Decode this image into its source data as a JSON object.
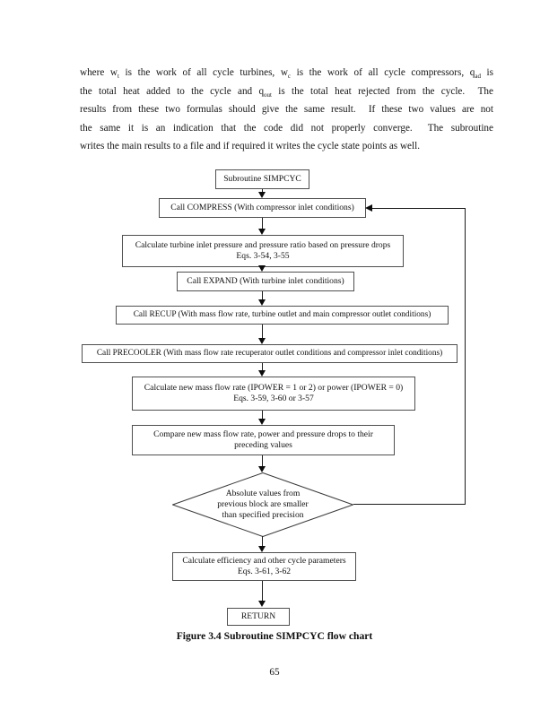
{
  "page": {
    "number": "65",
    "caption": "Figure 3.4 Subroutine SIMPCYC flow chart"
  },
  "paragraph": {
    "lines": [
      {
        "s0": "where w",
        "sub0": "t",
        "s1": " is the work of all cycle turbines, w",
        "sub1": "c",
        "s2": " is the work of all cycle compressors, q",
        "sub2": "ad",
        "s3": " is"
      },
      {
        "s0": "the total heat added to the cycle and q",
        "sub0": "out",
        "s1": " is the total heat rejected from the cycle.  The"
      },
      {
        "s0": "results from these two formulas should give the same result.  If these two values are not"
      },
      {
        "s0": "the same it is an indication that the code did not properly converge.  The subroutine"
      },
      {
        "s0": "writes the main results to a file and if required it writes the cycle state points as well."
      }
    ]
  },
  "flowchart": {
    "nodes": {
      "start": {
        "label": "Subroutine SIMPCYC"
      },
      "compress": {
        "label": "Call COMPRESS (With compressor inlet conditions)"
      },
      "turbine_inlet": {
        "label": "Calculate turbine inlet pressure and pressure ratio based on pressure drops",
        "eqs": "Eqs. 3-54, 3-55"
      },
      "expand": {
        "label": "Call EXPAND (With turbine inlet conditions)"
      },
      "recup": {
        "label": "Call RECUP (With mass flow rate, turbine outlet and main compressor outlet conditions)"
      },
      "precooler": {
        "label": "Call PRECOOLER (With mass flow rate recuperator outlet conditions and compressor inlet conditions)"
      },
      "new_mass_flow": {
        "label": "Calculate new mass flow rate (IPOWER = 1 or 2) or power (IPOWER = 0)",
        "eqs": "Eqs. 3-59, 3-60 or 3-57"
      },
      "compare": {
        "label": "Compare new mass flow rate, power and pressure drops to their",
        "line2": "preceding values"
      },
      "decision": {
        "line1": "Absolute values from",
        "line2": "previous block are smaller",
        "line3": "than specified precision"
      },
      "efficiency": {
        "label": "Calculate efficiency and other cycle parameters",
        "eqs": "Eqs. 3-61, 3-62"
      },
      "return_node": {
        "label": "RETURN"
      }
    }
  }
}
